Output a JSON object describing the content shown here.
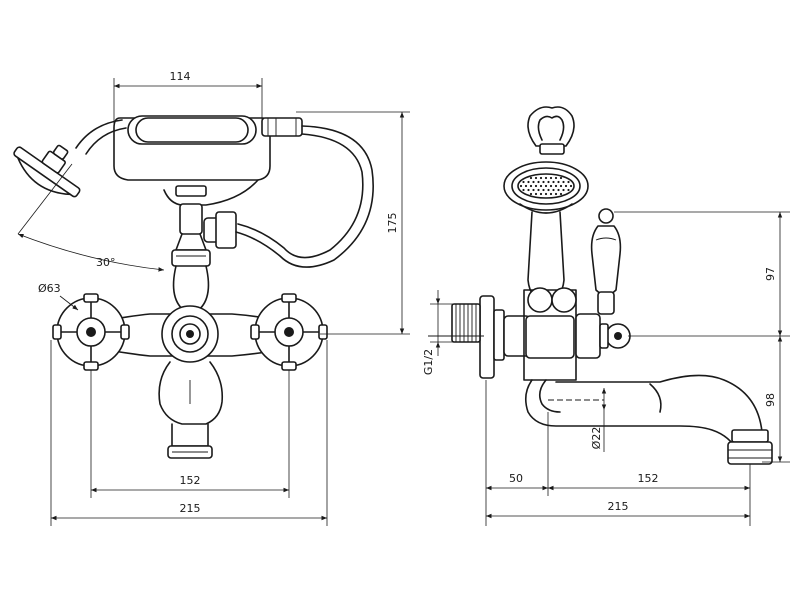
{
  "front_view": {
    "dim_handshower_width": "114",
    "dim_height": "175",
    "dim_angle": "30°",
    "dim_handle_diameter": "Ø63",
    "dim_centers": "152",
    "dim_overall": "215"
  },
  "side_view": {
    "dim_upper_height": "97",
    "dim_lower_height": "98",
    "dim_thread": "G1/2",
    "dim_spout_diameter": "Ø22",
    "dim_wall_offset": "50",
    "dim_spout_reach": "152",
    "dim_overall": "215"
  }
}
